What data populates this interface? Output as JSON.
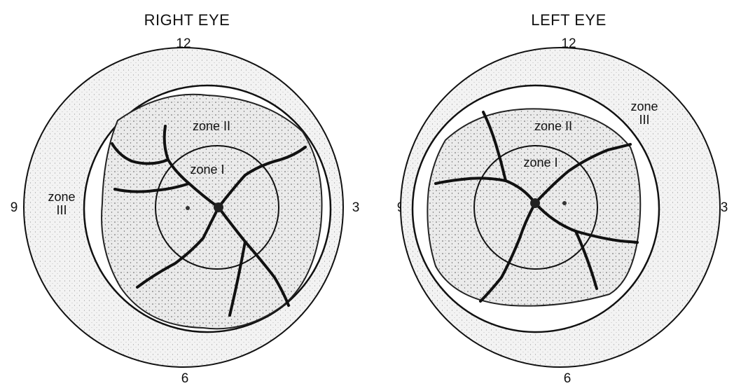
{
  "diagram": {
    "right_eye": {
      "title": "RIGHT EYE",
      "clock": {
        "top": "12",
        "right": "3",
        "bottom": "6",
        "left": "9"
      },
      "zones": {
        "one": "zone I",
        "two": "zone II",
        "three_line1": "zone",
        "three_line2": "III"
      }
    },
    "left_eye": {
      "title": "LEFT EYE",
      "clock": {
        "top": "12",
        "right": "3",
        "bottom": "6",
        "left": "9"
      },
      "zones": {
        "one": "zone I",
        "two": "zone II",
        "three_line1": "zone",
        "three_line2": "III"
      }
    },
    "colors": {
      "line": "#111111",
      "stipple": "#9a9a9a",
      "zone_fill": "#f1f1f1",
      "background": "#ffffff"
    }
  }
}
